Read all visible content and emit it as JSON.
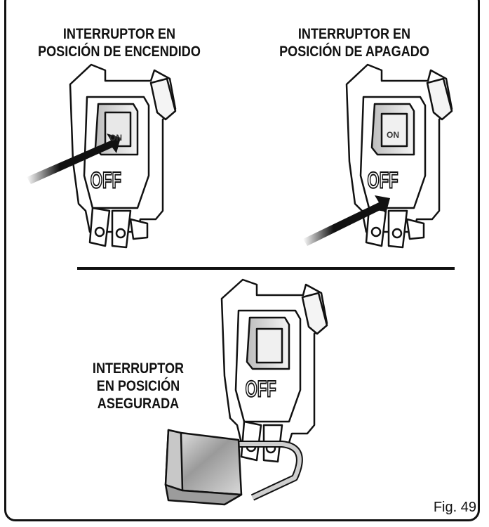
{
  "captions": {
    "on_position": [
      "INTERRUPTOR EN",
      "POSICIÓN DE ENCENDIDO"
    ],
    "off_position": [
      "INTERRUPTOR EN",
      "POSICIÓN DE APAGADO"
    ],
    "locked_position": [
      "INTERRUPTOR",
      "EN POSICIÓN",
      "ASEGURADA"
    ]
  },
  "switch_labels": {
    "on": "ON",
    "off": "OFF"
  },
  "figure_label": "Fig. 49"
}
